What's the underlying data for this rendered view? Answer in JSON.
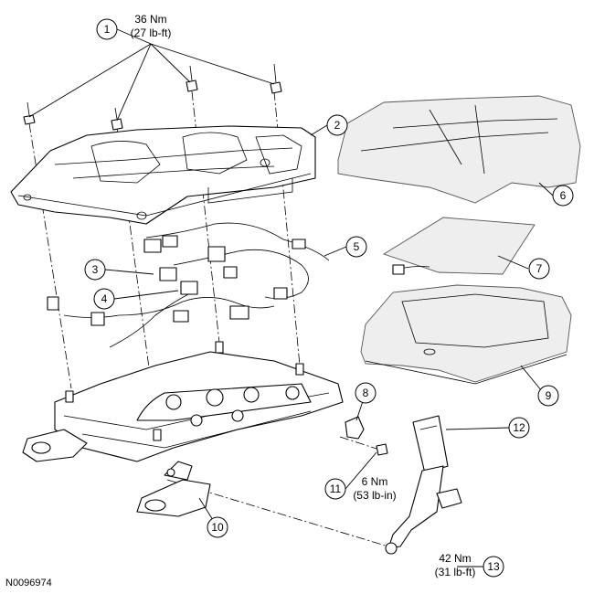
{
  "figure_id": "N0096974",
  "torque_specs": [
    {
      "callout": "1",
      "nm": "36 Nm",
      "imperial": "(27 lb-ft)"
    },
    {
      "callout": "11",
      "nm": "6 Nm",
      "imperial": "(53 lb-in)"
    },
    {
      "callout": "13",
      "nm": "42 Nm",
      "imperial": "(31 lb-ft)"
    }
  ],
  "callouts": {
    "c1": "1",
    "c2": "2",
    "c3": "3",
    "c4": "4",
    "c5": "5",
    "c6": "6",
    "c7": "7",
    "c8": "8",
    "c9": "9",
    "c10": "10",
    "c11": "11",
    "c12": "12",
    "c13": "13"
  }
}
